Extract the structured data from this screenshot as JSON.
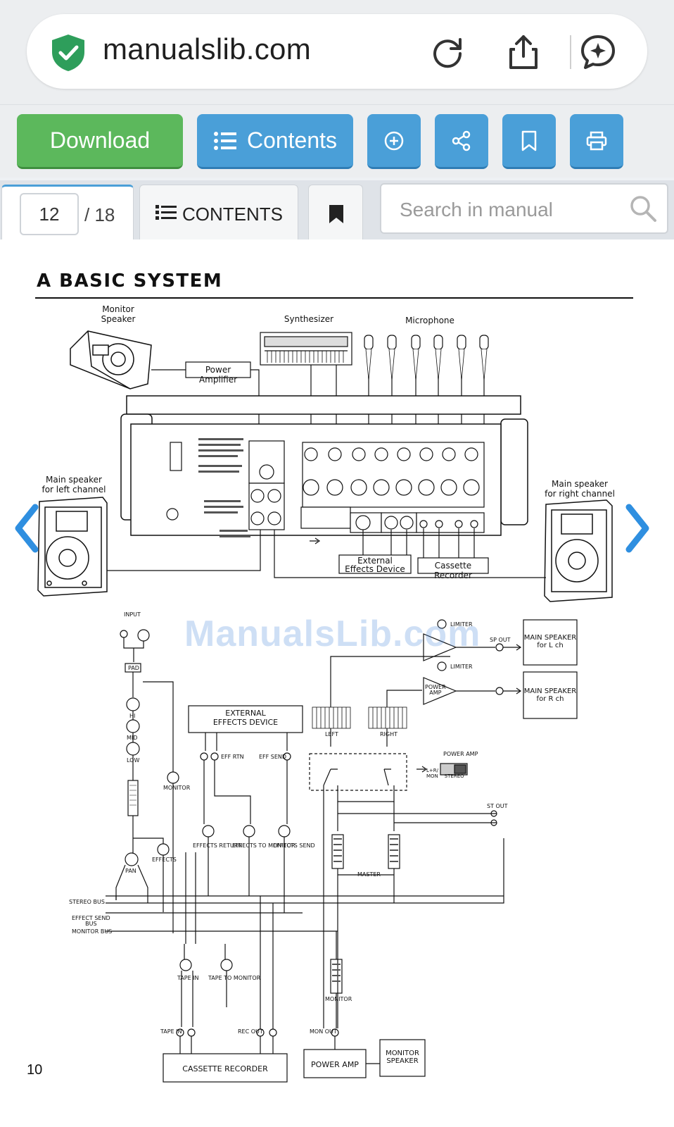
{
  "browser": {
    "url": "manualslib.com"
  },
  "toolbar": {
    "download_label": "Download",
    "contents_label": "Contents"
  },
  "tabs": {
    "page_current": "12",
    "page_total": "/ 18",
    "contents_label": "CONTENTS",
    "search_placeholder": "Search in manual"
  },
  "doc": {
    "title": "A BASIC SYSTEM",
    "page_number": "10",
    "watermark": "ManualsLib.com",
    "top_diagram": {
      "monitor_speaker": "Monitor\nSpeaker",
      "power_amplifier": "Power Amplifier",
      "synthesizer": "Synthesizer",
      "microphone": "Microphone",
      "main_left": "Main speaker\nfor left channel",
      "main_right": "Main speaker\nfor right channel",
      "external_effects": "External\nEffects Device",
      "cassette_recorder": "Cassette Recorder"
    },
    "block_diagram": {
      "input": "INPUT",
      "pad": "PAD",
      "hi": "HI",
      "mid": "MID",
      "low": "LOW",
      "monitor": "MONITOR",
      "effects": "EFFECTS",
      "pan": "PAN",
      "ext_effects": "EXTERNAL\nEFFECTS DEVICE",
      "eff_rtn": "EFF RTN",
      "eff_send": "EFF SEND",
      "effects_return": "EFFECTS RETURN",
      "effects_to_monitor": "EFFECTS TO MONITOR",
      "effects_send": "EFFECTS SEND",
      "stereo_bus": "STEREO BUS",
      "effect_send_bus": "EFFECT SEND\nBUS",
      "monitor_bus": "MONITOR BUS",
      "limiter": "LIMITER",
      "power_amp": "POWER\nAMP",
      "sp_out": "SP OUT",
      "main_speaker_l": "MAIN SPEAKER\nfor L ch",
      "main_speaker_r": "MAIN SPEAKER\nfor R ch",
      "left": "LEFT",
      "right": "RIGHT",
      "power_amp_sw": "POWER AMP",
      "mon_stereo": "L+R/\nMON    STEREO",
      "st_out": "ST OUT",
      "master": "MASTER",
      "tape_in": "TAPE IN",
      "tape_to_monitor": "TAPE TO MONITOR",
      "rec_out": "REC OUT",
      "mon_out": "MON OUT",
      "cassette_recorder": "CASSETTE RECORDER",
      "power_amp_box": "POWER AMP",
      "monitor_speaker_box": "MONITOR\nSPEAKER"
    }
  }
}
